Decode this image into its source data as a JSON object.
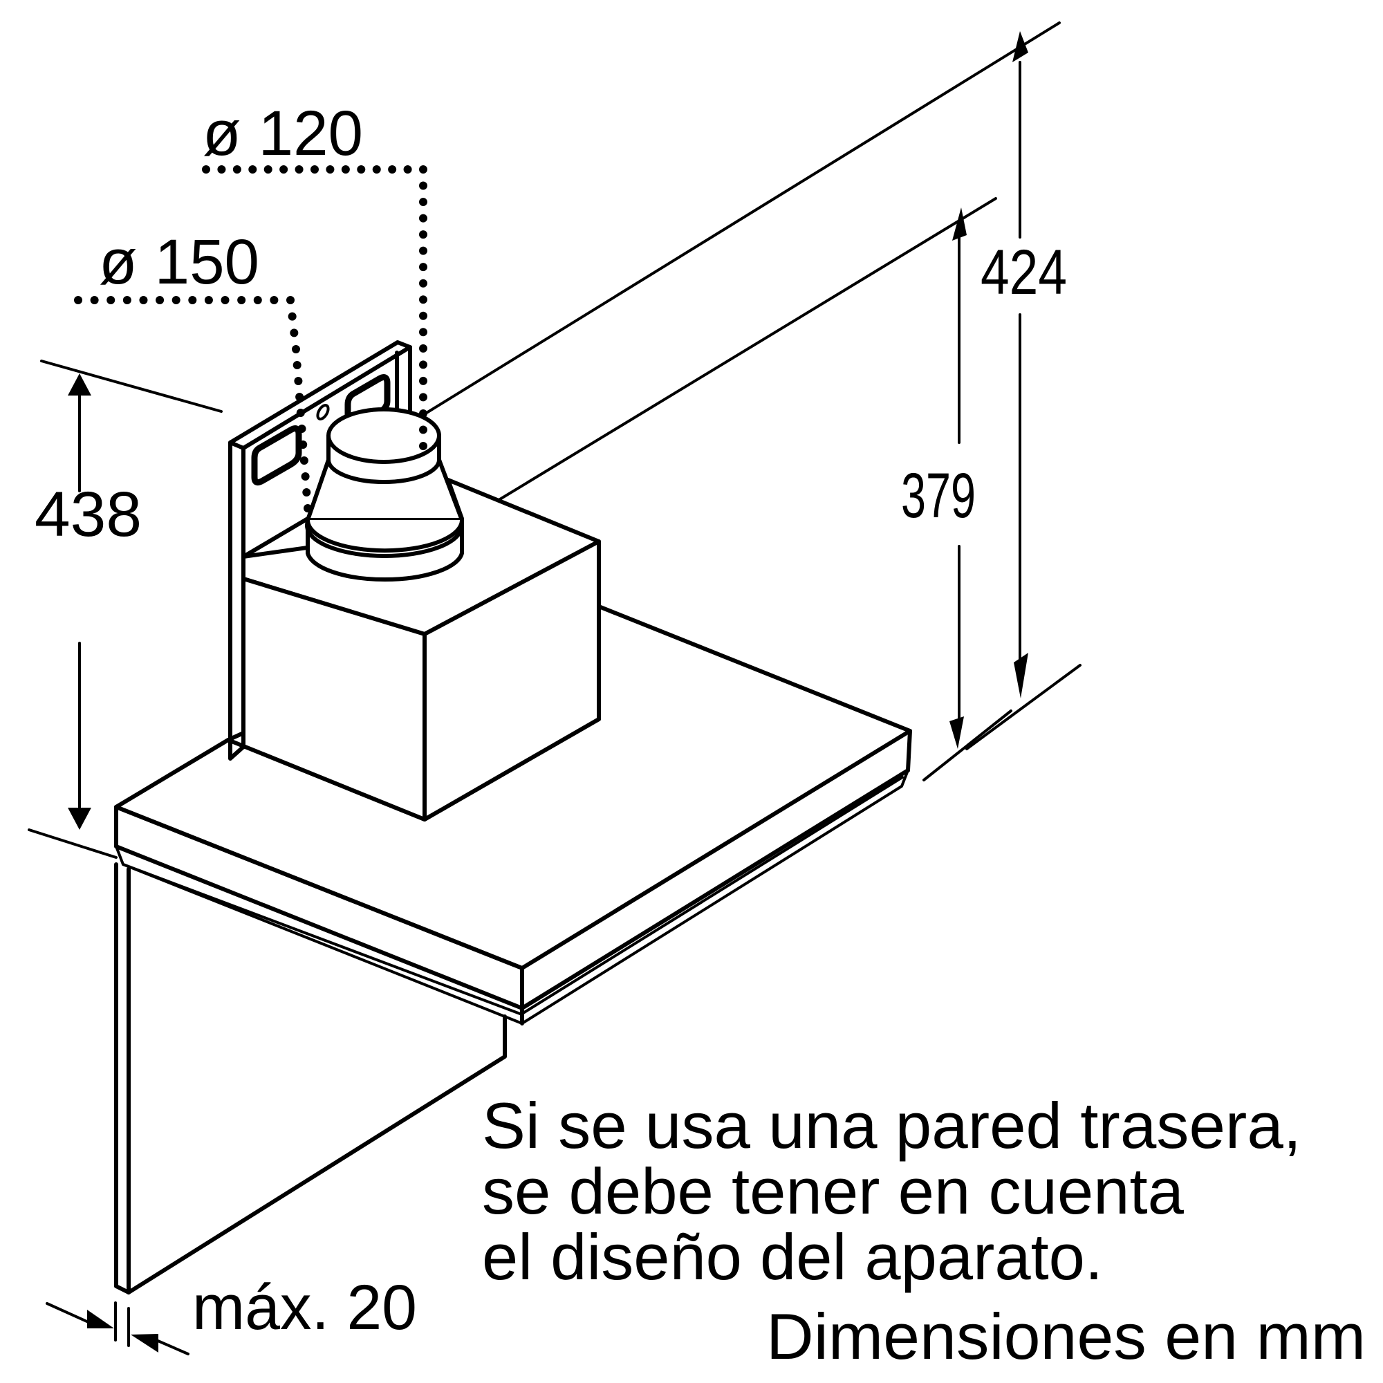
{
  "diagram": {
    "subject": "extractor hood installation dimensions",
    "colors": {
      "line": "#000000",
      "background": "#ffffff"
    },
    "dimensions": {
      "duct_inner": {
        "label": "ø 120",
        "value": 120,
        "unit": "mm"
      },
      "duct_outer": {
        "label": "ø 150",
        "value": 150,
        "unit": "mm"
      },
      "height_total": {
        "label": "424",
        "value": 424,
        "unit": "mm"
      },
      "height_back": {
        "label": "379",
        "value": 379,
        "unit": "mm"
      },
      "height_left": {
        "label": "438",
        "value": 438,
        "unit": "mm"
      },
      "wall_gap": {
        "label": "máx. 20",
        "value": 20,
        "unit": "mm"
      }
    },
    "note": {
      "lines": [
        "Si se usa una pared trasera,",
        "se debe tener en cuenta",
        "el diseño del aparato."
      ]
    },
    "units_caption": "Dimensiones en mm"
  }
}
